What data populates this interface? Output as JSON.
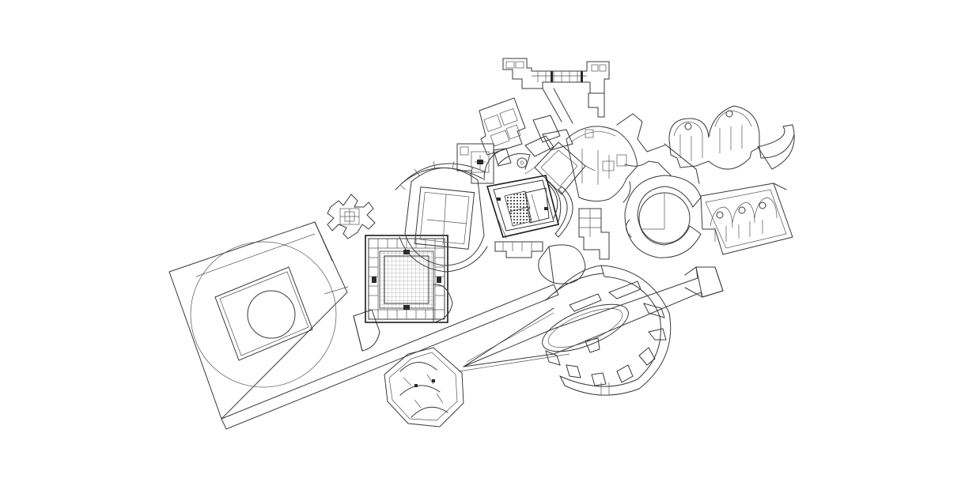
{
  "drawing": {
    "background": "#ffffff",
    "line_color": "#3a3a3a",
    "components": [
      {
        "id": "square-court-plaza"
      },
      {
        "id": "half-disc-pavilion"
      },
      {
        "id": "cross-pavilion"
      },
      {
        "id": "grid-hall"
      },
      {
        "id": "round-hall-quarter-disc"
      },
      {
        "id": "arc-court"
      },
      {
        "id": "administration-wing"
      },
      {
        "id": "assembly-chamber"
      },
      {
        "id": "rotated-block"
      },
      {
        "id": "cylinder-pavilion"
      },
      {
        "id": "apse-row-north"
      },
      {
        "id": "apse-row-south"
      },
      {
        "id": "c-shaped-court"
      },
      {
        "id": "quarter-ring"
      },
      {
        "id": "spine-axis"
      },
      {
        "id": "ellipse-rotunda"
      },
      {
        "id": "hexagon-pavilion"
      },
      {
        "id": "east-arm"
      }
    ]
  }
}
